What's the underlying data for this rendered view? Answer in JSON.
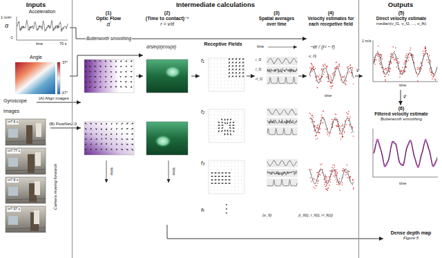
{
  "diagram": {
    "nodes": [
      {
        "text": [
          "Inputs"
        ]
      },
      {
        "text": [
          "Intermediate calculations"
        ]
      },
      {
        "text": [
          "Outputs"
        ]
      },
      {
        "text": [
          "Acceleration"
        ],
        "in": 0
      },
      {
        "text": [
          "Angle"
        ],
        "in": 0
      },
      {
        "text": [
          "Gyroscope"
        ],
        "in": 0
      },
      {
        "text": [
          "Images"
        ],
        "in": 0
      },
      {
        "text": [
          "(1)",
          "Optic Flow",
          "α̇"
        ],
        "in": 1
      },
      {
        "text": [
          "(2)",
          "(Time to contact)⁻¹",
          "r = v/d"
        ],
        "in": 1
      },
      {
        "text": [
          "Receptive Fields"
        ],
        "in": 1
      },
      {
        "text": [
          "(3)",
          "Spatial averages over time"
        ],
        "in": 1
      },
      {
        "text": [
          "(4)",
          "Velocity estimates for each recepetive field"
        ],
        "in": 1
      },
      {
        "text": [
          "(5)",
          "Direct velocity estimate",
          "median(v_f1, v_f2, ..., v_fk)"
        ],
        "in": 2
      },
      {
        "text": [
          "(6)",
          "Filtered velocity estimate",
          "Butterworth smoothing"
        ],
        "in": 2
      },
      {
        "text": [
          "Dense depth map",
          "Figure 5"
        ],
        "in": 2
      }
    ],
    "edges": [
      {
        "from": 3,
        "to": 11,
        "arrow": "to",
        "label": "Butterworth smoothing"
      },
      {
        "from": 4,
        "to": 8,
        "arrow": "to"
      },
      {
        "from": 5,
        "to": 7,
        "arrow": "to"
      },
      {
        "from": 6,
        "to": 7,
        "arrow": "to"
      },
      {
        "from": 7,
        "to": 8,
        "arrow": "to"
      },
      {
        "from": 8,
        "to": 9,
        "arrow": "to"
      },
      {
        "from": 9,
        "to": 10,
        "arrow": "to"
      },
      {
        "from": 10,
        "to": 11,
        "arrow": "to"
      },
      {
        "from": 11,
        "to": 12,
        "arrow": "to"
      },
      {
        "from": 12,
        "to": 13,
        "arrow": "to"
      },
      {
        "from": 8,
        "to": 14,
        "arrow": "to"
      }
    ],
    "labels": [
      "α",
      "1 m/s²",
      "-1",
      "time",
      "70 s",
      "37°",
      "-37°",
      "t=7.6 s",
      "t=7.77 s",
      "t=7.8 s",
      "t=7.97 s",
      "Camera moving forwards",
      "(A) Align images",
      "(B) FlowNet2.0",
      "time",
      "α̇/sin(α)cos(α)",
      "time",
      "f₁",
      "f₂",
      "f₃",
      "fₖ",
      "time",
      "r_f1",
      "ṙ_f1",
      "r²_f1",
      "{v_fi}",
      "v_f1",
      "−αr / (r² − ṙ)",
      "time",
      "{r_fi(t), ṙ_fi(t), r²_fi(t)}",
      "v̂",
      "1 m/s",
      "time",
      "ṽ",
      "time"
    ]
  }
}
